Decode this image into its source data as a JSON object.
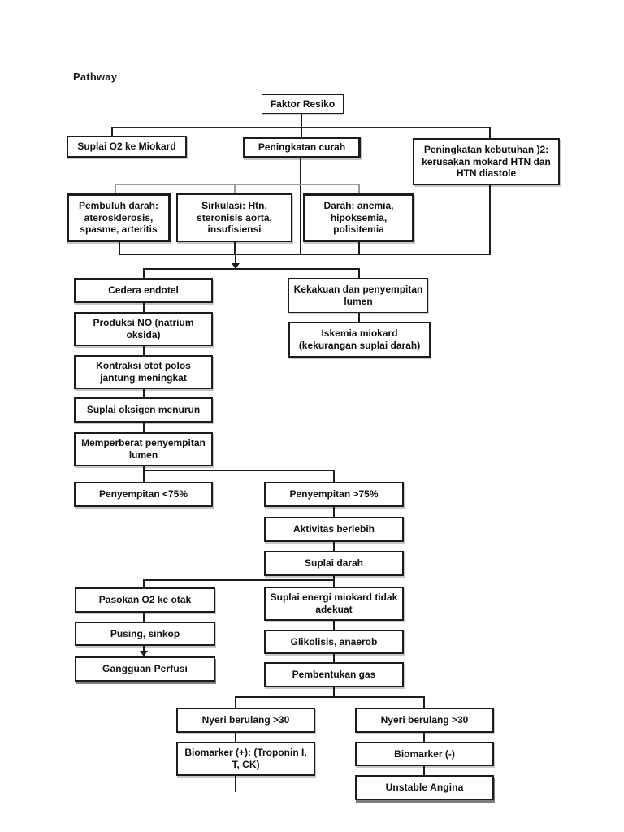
{
  "page": {
    "title": "Pathway"
  },
  "colors": {
    "background": "#ffffff",
    "ink": "#1c1c1c",
    "secondary_connector_gray": "#9b9b9b"
  },
  "nodes": {
    "faktor_resiko": "Faktor Resiko",
    "suplai_o2_miokard": "Suplai O2 ke Miokard",
    "peningkatan_curah": "Peningkatan curah",
    "peningkatan_kebutuhan": "Peningkatan kebutuhan )2: kerusakan mokard HTN dan HTN diastole",
    "pembuluh_darah": "Pembuluh darah: aterosklerosis, spasme, arteritis",
    "sirkulasi": "Sirkulasi: Htn, steronisis aorta, insufisiensi",
    "darah": "Darah: anemia, hipoksemia, polisitemia",
    "cedera_endotel": "Cedera endotel",
    "produksi_no": "Produksi NO (natrium oksida)",
    "kontraksi_otot": "Kontraksi otot polos jantung meningkat",
    "suplai_oksigen_menurun": "Suplai oksigen menurun",
    "memperberat_penyempitan": "Memperberat penyempitan lumen",
    "kekakuan_lumen": "Kekakuan dan penyempitan lumen",
    "iskemia_miokard": "Iskemia miokard (kekurangan suplai darah)",
    "penyempitan_kurang75": "Penyempitan <75%",
    "penyempitan_lebih75": "Penyempitan >75%",
    "aktivitas_berlebih": "Aktivitas berlebih",
    "suplai_darah": "Suplai darah",
    "pasokan_o2_otak": "Pasokan O2 ke otak",
    "suplai_energi": "Suplai energi miokard tidak adekuat",
    "pusing_sinkop": "Pusing, sinkop",
    "gangguan_perfusi": "Gangguan Perfusi",
    "glikolisis_anaerob": "Glikolisis, anaerob",
    "pembentukan_gas": "Pembentukan gas",
    "nyeri_berulang_kiri": "Nyeri berulang >30",
    "nyeri_berulang_kanan": "Nyeri berulang >30",
    "biomarker_positif": "Biomarker (+): (Troponin I, T, CK)",
    "biomarker_negatif": "Biomarker (-)",
    "unstable_angina": "Unstable Angina"
  }
}
